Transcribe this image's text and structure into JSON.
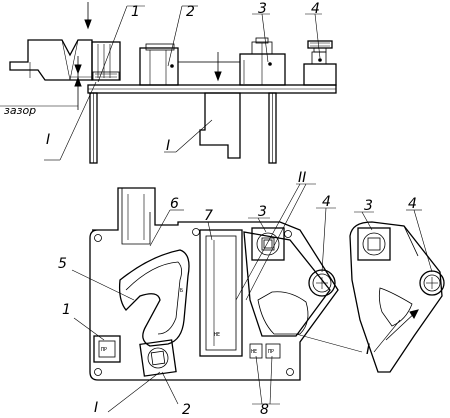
{
  "labels": {
    "top_view": [
      "1",
      "2",
      "3",
      "4"
    ],
    "gap_label": "зазор",
    "roman_I": "I",
    "roman_II": "II",
    "bottom_view": [
      "1",
      "2",
      "3",
      "3",
      "4",
      "4",
      "5",
      "6",
      "7",
      "8"
    ]
  },
  "marks": {
    "pr": "ПР",
    "ne": "НЕ",
    "pr_short": "ПР",
    "b_mark": "Б",
    "ne_short": "НЕ"
  }
}
